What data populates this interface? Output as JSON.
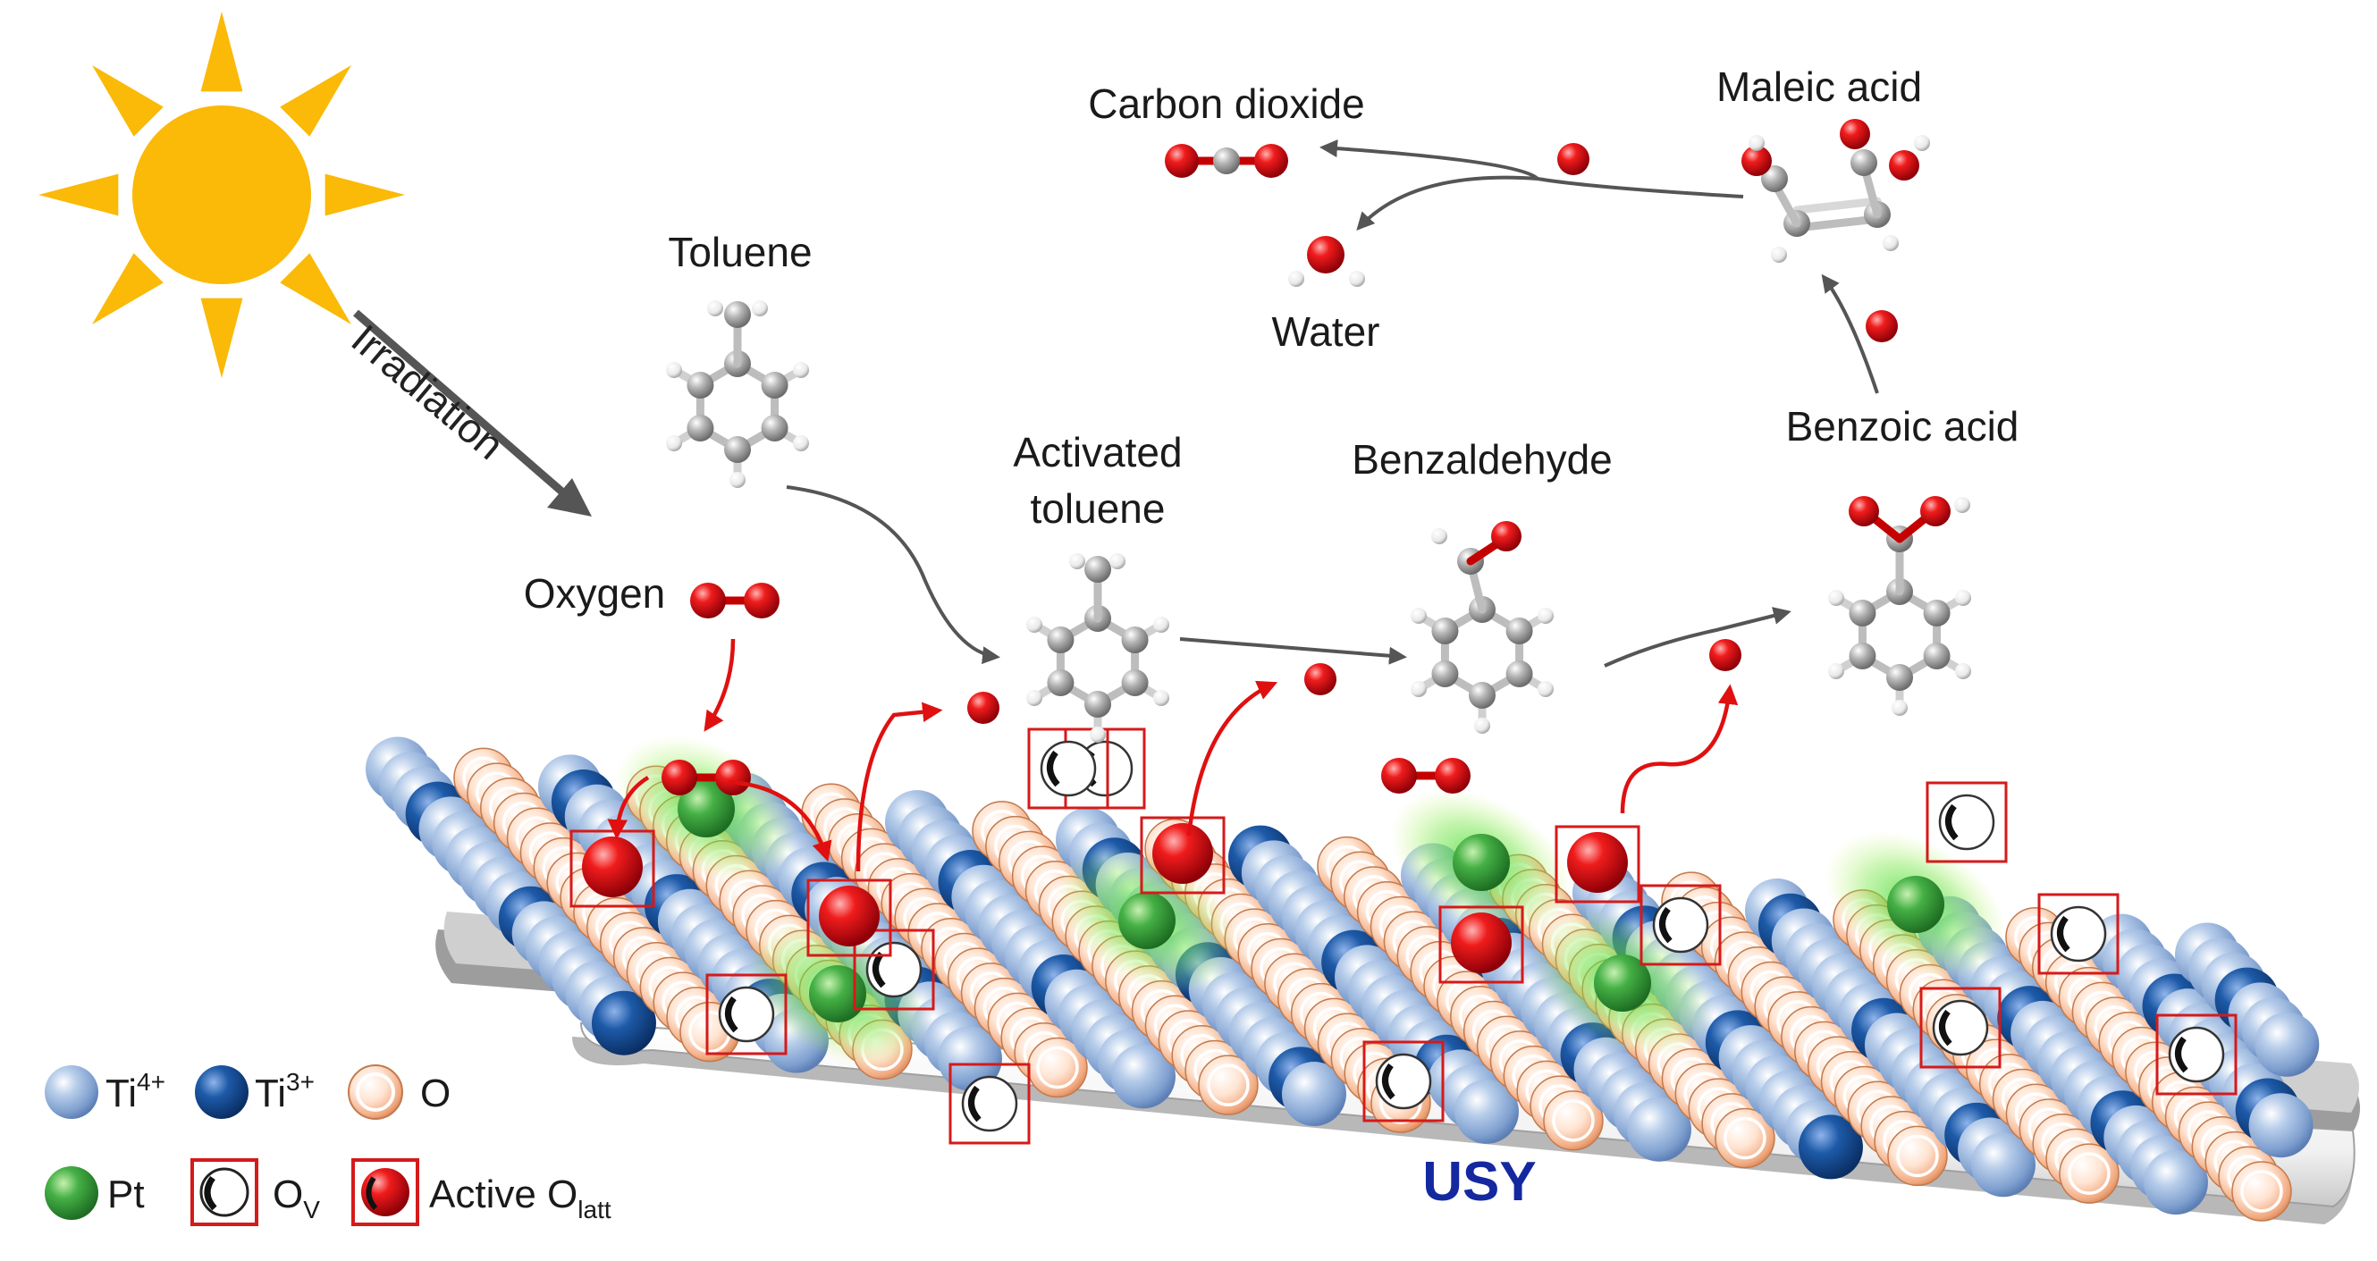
{
  "labels": {
    "irradiation": "Irradiation",
    "toluene": "Toluene",
    "oxygen": "Oxygen",
    "activated_line1": "Activated",
    "activated_line2": "toluene",
    "benzaldehyde": "Benzaldehyde",
    "benzoic_acid": "Benzoic acid",
    "maleic_acid": "Maleic acid",
    "carbon_dioxide": "Carbon dioxide",
    "water": "Water",
    "support": "USY"
  },
  "legend": {
    "ti4": {
      "base": "Ti",
      "sup": "4+"
    },
    "ti3": {
      "base": "Ti",
      "sup": "3+"
    },
    "o": {
      "base": "O"
    },
    "pt": {
      "base": "Pt"
    },
    "ov": {
      "base": "O",
      "sub": "V"
    },
    "active": {
      "base": "Active O",
      "sub": "latt"
    }
  },
  "colors": {
    "sun": "#fbb908",
    "ti4": "#8fb1dc",
    "ti3": "#114a8f",
    "oxygen_lattice": "#f1a97f",
    "pt": "#2f9a35",
    "red_atom": "#e2081a",
    "carbon": "#9a9a9a",
    "usy_text": "#1428a0",
    "arrow": "#555555",
    "red_arrow": "#e01010"
  }
}
